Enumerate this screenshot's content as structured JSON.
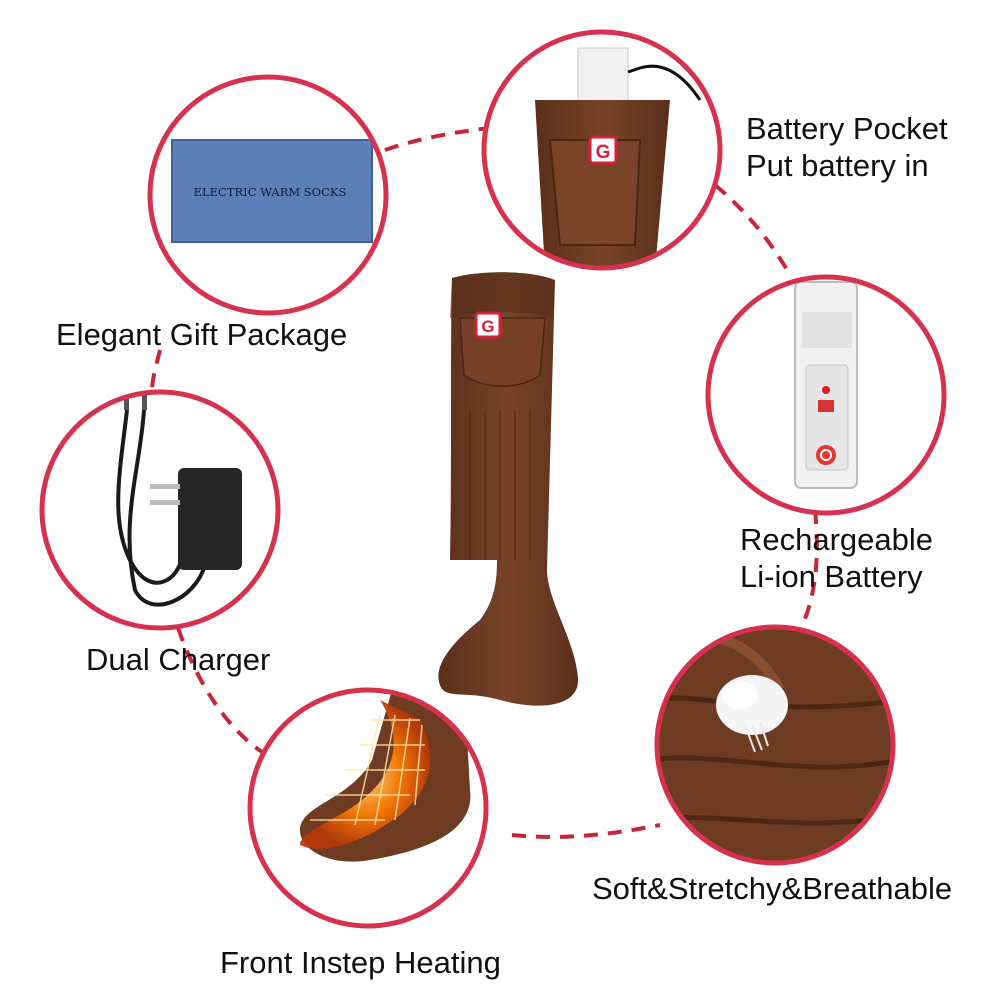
{
  "features": [
    {
      "id": "gift-package",
      "label": "Elegant Gift Package"
    },
    {
      "id": "battery-pocket",
      "label_lines": [
        "Battery Pocket",
        "Put battery in"
      ]
    },
    {
      "id": "battery",
      "label_lines": [
        "Rechargeable",
        "Li-ion Battery"
      ]
    },
    {
      "id": "charger",
      "label": "Dual Charger"
    },
    {
      "id": "fabric",
      "label": "Soft&Stretchy&Breathable"
    },
    {
      "id": "heating",
      "label": "Front Instep Heating"
    }
  ],
  "package_text": "ELECTRIC WARM SOCKS",
  "logo_letter": "G",
  "colors": {
    "circle_ring": "#d6314d",
    "dash_line": "#c8243a",
    "sock_brown": "#6b3a22",
    "package_blue": "#5d7fb8",
    "heat_orange": "#ff8a00"
  }
}
